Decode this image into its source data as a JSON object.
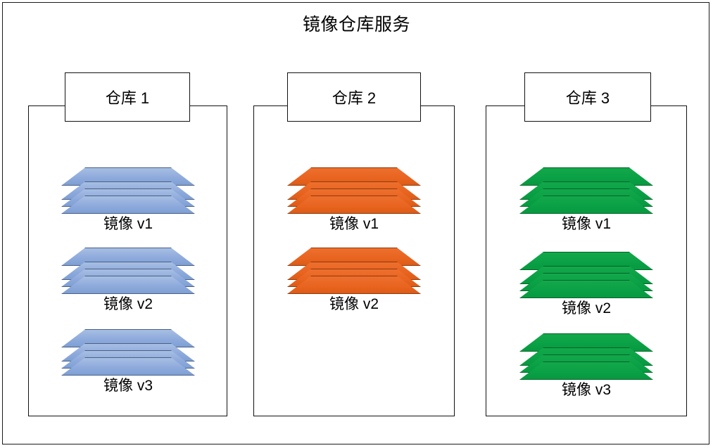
{
  "service": {
    "title": "镜像仓库服务"
  },
  "repositories": [
    {
      "name": "仓库 1",
      "color": "#8FAADC",
      "color_name": "blue",
      "images": [
        {
          "label": "镜像 v1",
          "layers": 4
        },
        {
          "label": "镜像 v2",
          "layers": 4
        },
        {
          "label": "镜像 v3",
          "layers": 4
        }
      ]
    },
    {
      "name": "仓库 2",
      "color": "#E8641F",
      "color_name": "orange",
      "images": [
        {
          "label": "镜像 v1",
          "layers": 4
        },
        {
          "label": "镜像 v2",
          "layers": 4
        }
      ]
    },
    {
      "name": "仓库 3",
      "color": "#0AA045",
      "color_name": "green",
      "images": [
        {
          "label": "镜像 v1",
          "layers": 4
        },
        {
          "label": "镜像 v2",
          "layers": 4
        },
        {
          "label": "镜像 v3",
          "layers": 4
        }
      ]
    }
  ]
}
